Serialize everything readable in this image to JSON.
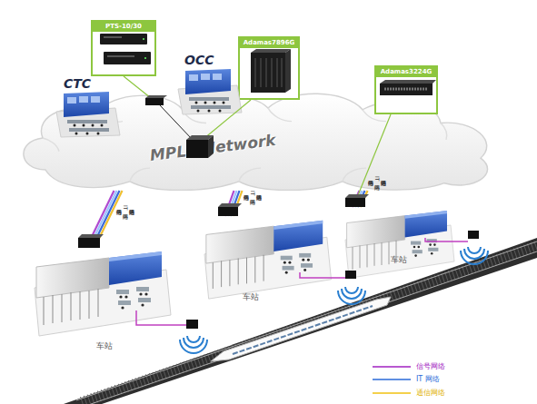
{
  "diagram": {
    "nodes": [
      {
        "text": [
          "PTS-10/30"
        ]
      },
      {
        "text": [
          "Adamas7896G"
        ]
      },
      {
        "text": [
          "OCC"
        ]
      },
      {
        "text": [
          "Adamas3224G"
        ]
      },
      {
        "text": [
          "CTC"
        ]
      },
      {
        "text": [
          "MPLS Network"
        ]
      },
      {
        "text": [
          "车站"
        ]
      },
      {
        "text": [
          "车站"
        ]
      },
      {
        "text": [
          "车站"
        ]
      }
    ],
    "edges": [
      {
        "from": 5,
        "to": 6,
        "arrow": "none"
      },
      {
        "from": 5,
        "to": 7,
        "arrow": "none"
      },
      {
        "from": 5,
        "to": 8,
        "arrow": "none"
      }
    ],
    "labels": [
      "信号网络",
      "IT网络",
      "通信网络",
      "信号网络",
      "IT网络",
      "通信网络",
      "信号网络",
      "IT网络",
      "通信网络"
    ],
    "legend": [
      {
        "text": "信号网络"
      },
      {
        "text": "IT 网络"
      },
      {
        "text": "通信网络"
      }
    ]
  }
}
